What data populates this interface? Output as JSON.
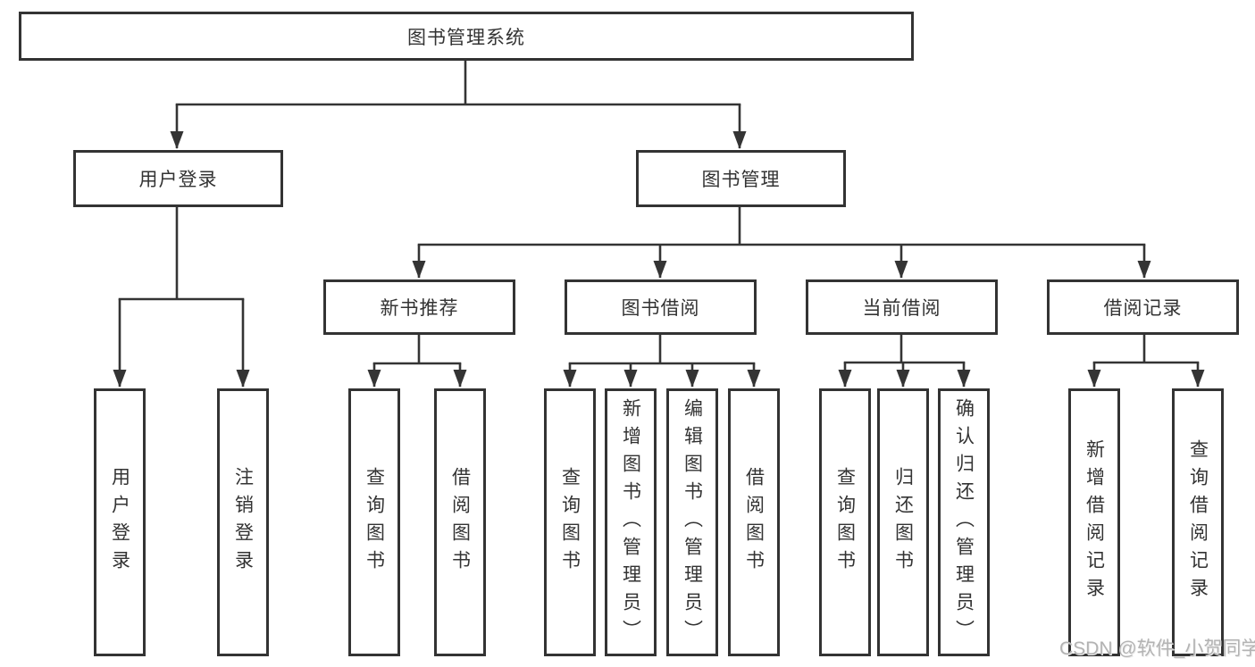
{
  "diagram_title": "图书管理系统",
  "watermark": "CSDN @软件_小贺同学",
  "colors": {
    "line": "#343434",
    "text": "#333333",
    "background": "#ffffff",
    "watermark": "#b3b3b3"
  },
  "root": {
    "label": "图书管理系统"
  },
  "branches": {
    "user_login": {
      "label": "用户登录",
      "leaves": [
        "用户登录",
        "注销登录"
      ]
    },
    "book_management": {
      "label": "图书管理",
      "sections": {
        "new_book_recommend": {
          "label": "新书推荐",
          "leaves": [
            "查询图书",
            "借阅图书"
          ]
        },
        "book_borrowing": {
          "label": "图书借阅",
          "leaves": [
            "查询图书",
            "新增图书（管理员）",
            "编辑图书（管理员）",
            "借阅图书"
          ]
        },
        "current_borrowing": {
          "label": "当前借阅",
          "leaves": [
            "查询图书",
            "归还图书",
            "确认归还（管理员）"
          ]
        },
        "borrowing_records": {
          "label": "借阅记录",
          "leaves": [
            "新增借阅记录",
            "查询借阅记录"
          ]
        }
      }
    }
  }
}
